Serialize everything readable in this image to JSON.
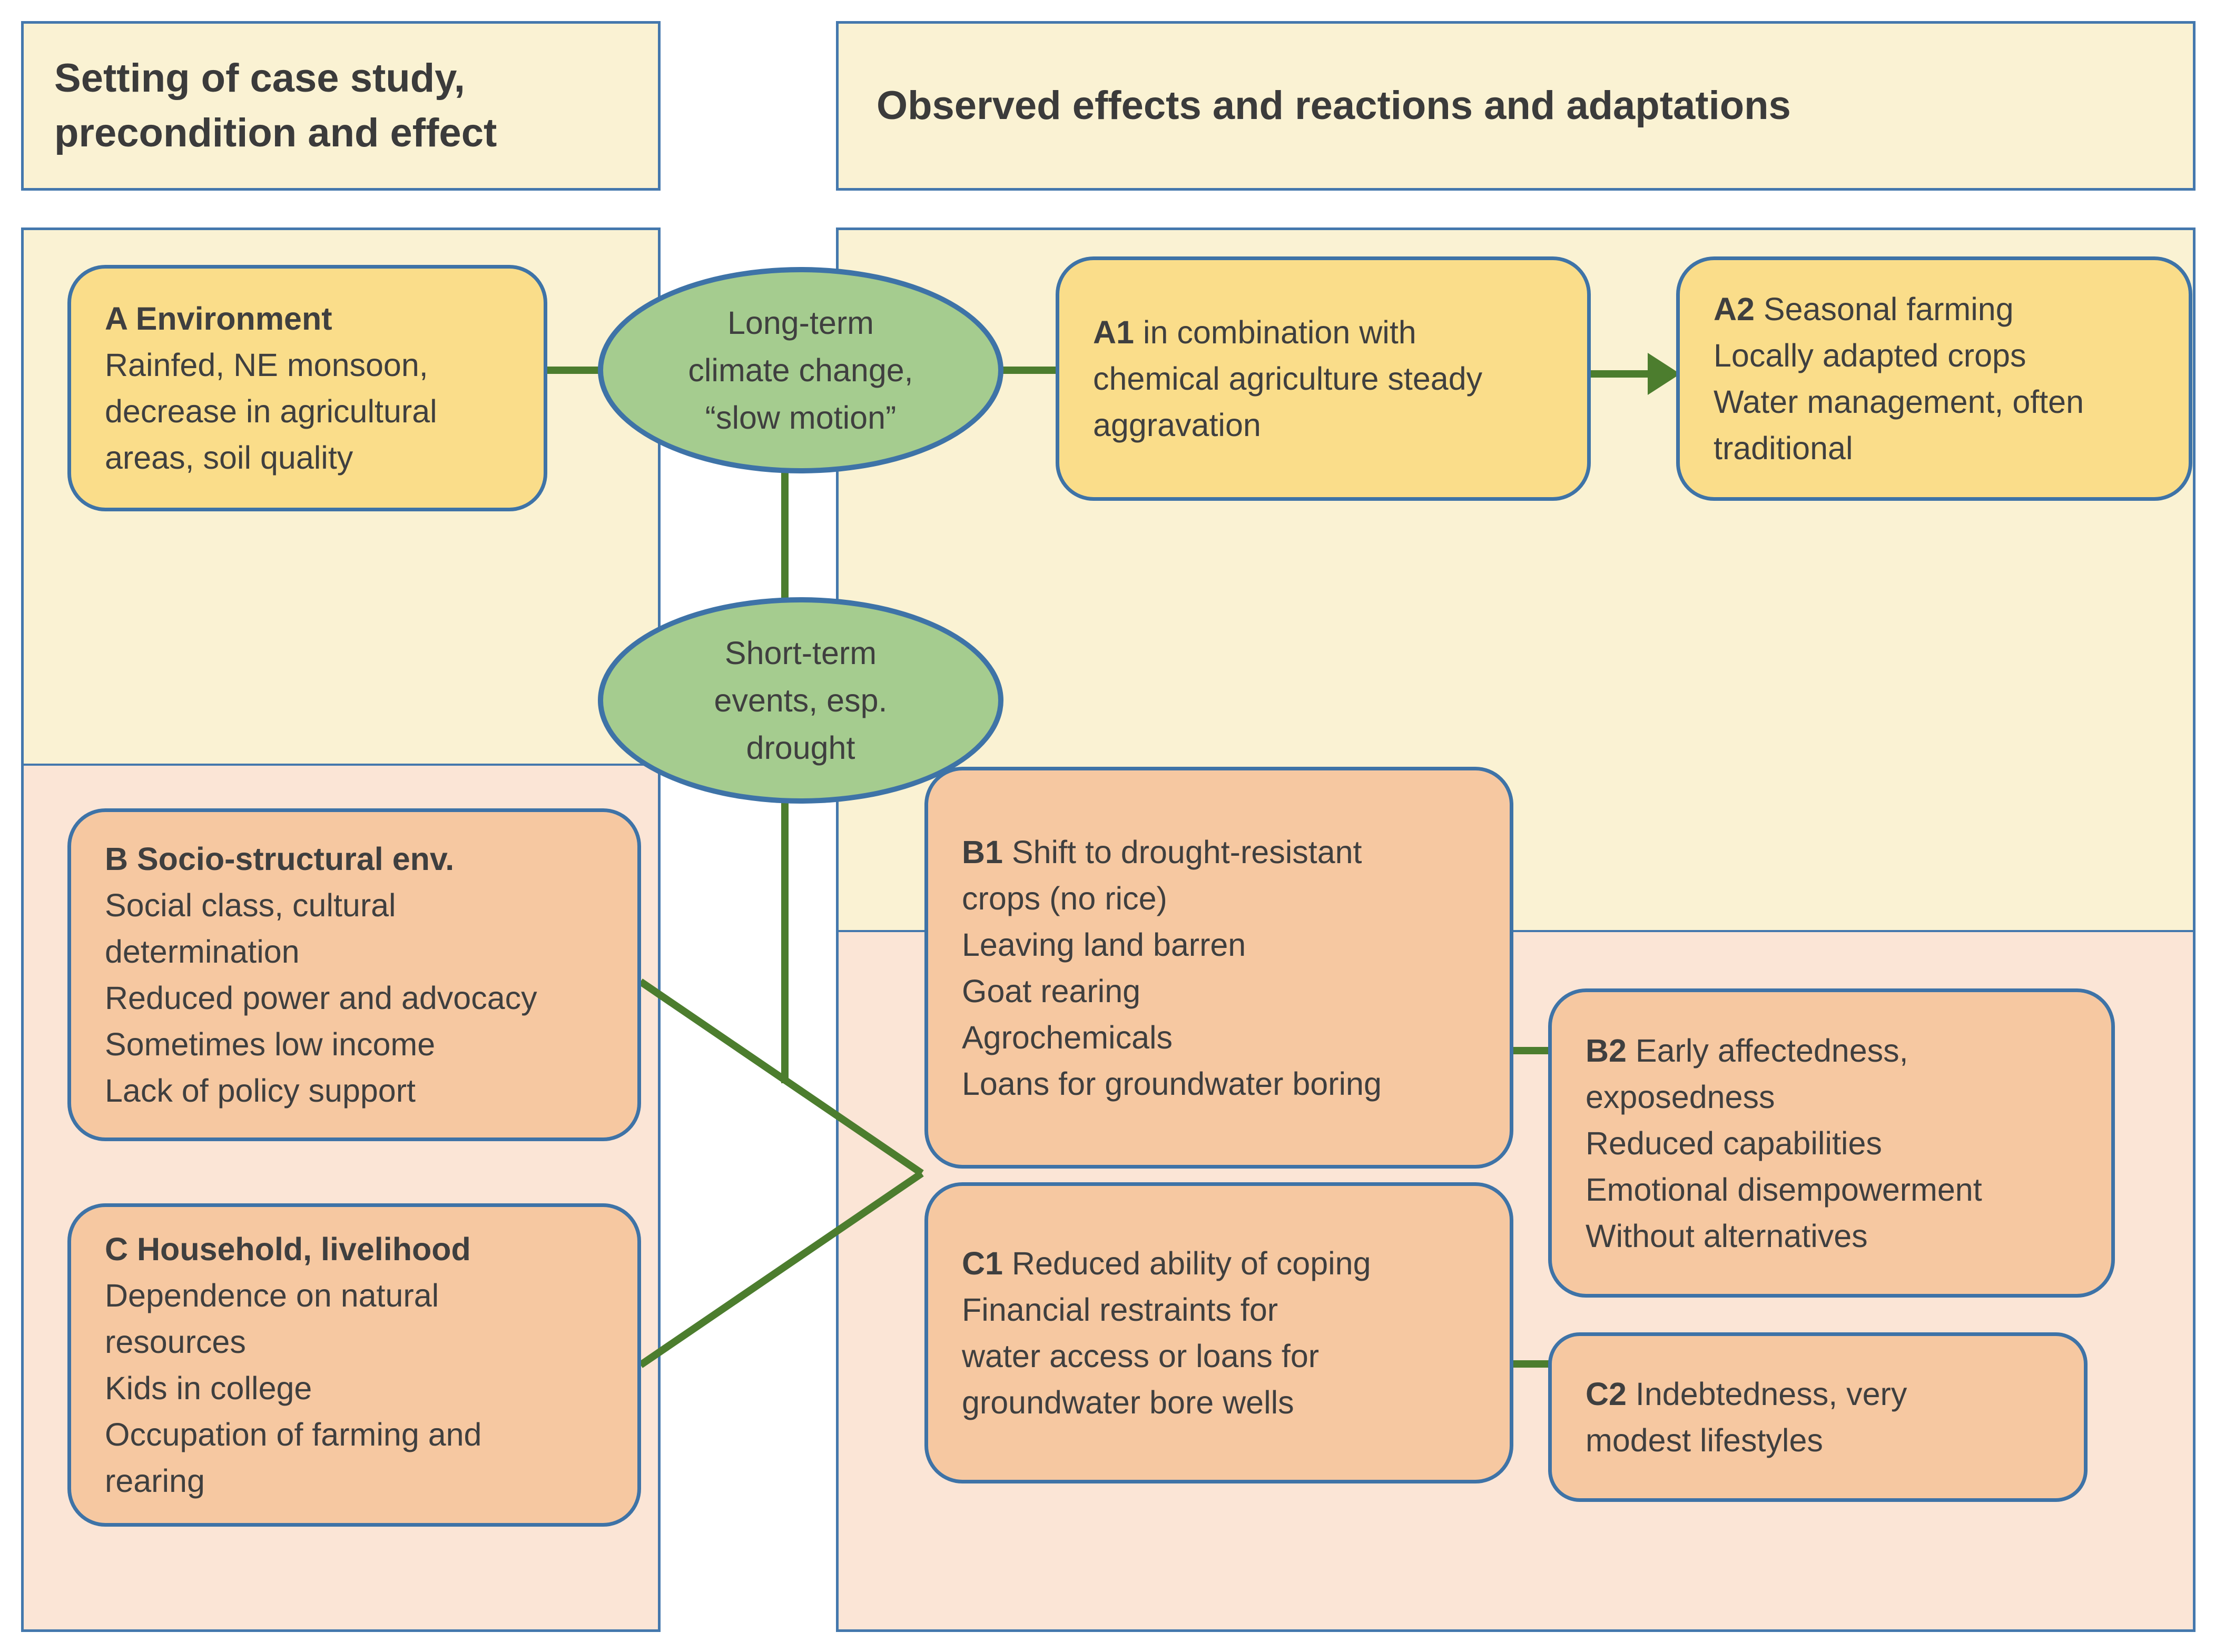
{
  "headers": {
    "left": "Setting of case study,\nprecondition and effect",
    "right": "Observed effects and reactions and adaptations"
  },
  "ellipses": {
    "long_term": "Long-term\nclimate change,\n“slow motion”",
    "short_term": "Short-term\nevents, esp.\ndrought"
  },
  "boxes": {
    "A": {
      "lead": "A Environment",
      "first": "",
      "rest": "Rainfed, NE monsoon,\ndecrease in agricultural\nareas, soil quality"
    },
    "A1": {
      "lead": "A1",
      "first": " in combination with",
      "rest": "chemical agriculture steady\naggravation"
    },
    "A2": {
      "lead": "A2",
      "first": " Seasonal farming",
      "rest": "Locally adapted crops\nWater management, often\ntraditional"
    },
    "B": {
      "lead": "B Socio-structural env.",
      "first": "",
      "rest": "Social class, cultural\ndetermination\nReduced power and advocacy\nSometimes low income\nLack of policy support"
    },
    "B1": {
      "lead": "B1",
      "first": " Shift to drought-resistant",
      "rest": "crops (no rice)\nLeaving land barren\nGoat rearing\nAgrochemicals\nLoans for groundwater boring"
    },
    "B2": {
      "lead": "B2",
      "first": " Early affectedness,",
      "rest": "exposedness\nReduced capabilities\nEmotional disempowerment\nWithout alternatives"
    },
    "C": {
      "lead": "C Household, livelihood",
      "first": "",
      "rest": "Dependence on natural\nresources\nKids in college\nOccupation of farming and\nrearing"
    },
    "C1": {
      "lead": "C1",
      "first": " Reduced ability of coping",
      "rest": "Financial restraints for\nwater access or loans for\ngroundwater bore wells"
    },
    "C2": {
      "lead": "C2",
      "first": " Indebtedness, very",
      "rest": "modest lifestyles"
    }
  },
  "colors": {
    "panel_cream": "#FAF2D3",
    "panel_pink": "#FBE5D6",
    "box_yellow": "#FADD8A",
    "box_salmon": "#F6C8A1",
    "border_blue": "#3E73A7",
    "panel_border_blue": "#4478AD",
    "connector_green": "#4C7D2E",
    "ellipse_green": "#A5CC8F",
    "text_dark": "#3F3F3F"
  }
}
